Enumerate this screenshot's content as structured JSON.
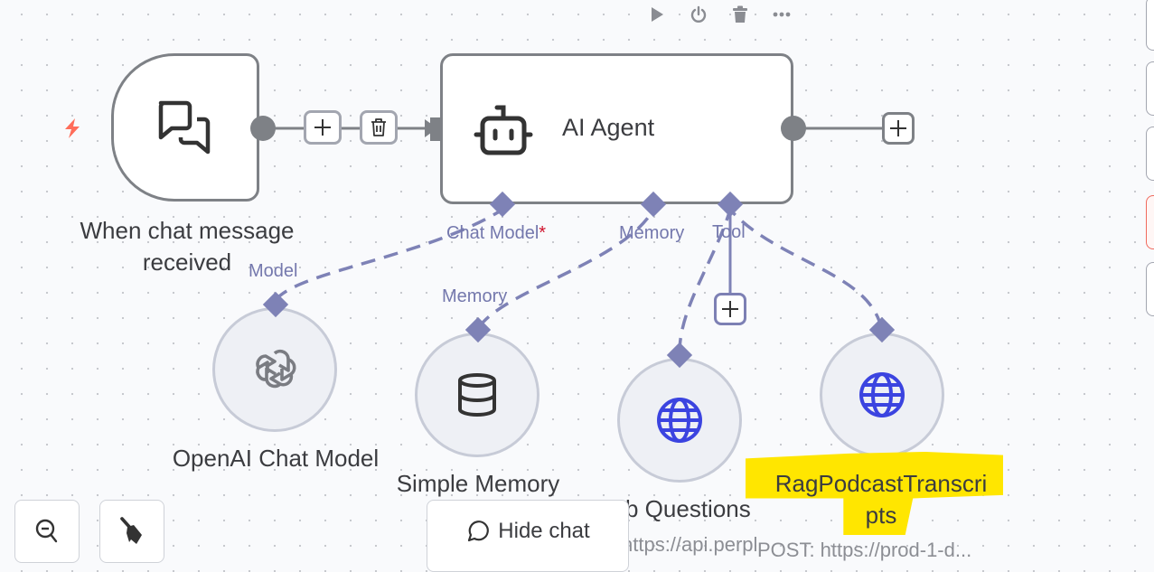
{
  "node_toolbar": {
    "items": [
      {
        "name": "execute",
        "icon": "play-icon"
      },
      {
        "name": "deactivate",
        "icon": "power-icon"
      },
      {
        "name": "delete",
        "icon": "trash-icon"
      },
      {
        "name": "more",
        "icon": "ellipsis-icon"
      }
    ]
  },
  "trigger": {
    "label_line1": "When chat message",
    "label_line2": "received",
    "icon": "chat-bubbles-icon",
    "badge_icon": "lightning-icon",
    "badge_color": "#ff6d5a"
  },
  "connector": {
    "add_label": "+",
    "delete_icon": "trash-icon"
  },
  "agent": {
    "title": "AI Agent",
    "icon": "robot-icon",
    "ports": [
      {
        "label": "Chat Model",
        "required": "*"
      },
      {
        "label": "Memory",
        "required": ""
      },
      {
        "label": "Tool",
        "required": ""
      }
    ],
    "add_label": "+"
  },
  "sub_nodes": [
    {
      "title": "OpenAI Chat Model",
      "port_label": "Model",
      "icon": "openai-icon",
      "subtitle": ""
    },
    {
      "title": "Simple Memory",
      "port_label": "Memory",
      "icon": "database-icon",
      "subtitle": ""
    },
    {
      "title": "b Questions",
      "port_label": "",
      "icon": "globe-icon",
      "subtitle": "https://api.perpl"
    },
    {
      "title_line1": "RagPodcastTranscri",
      "title_line2": "pts",
      "port_label": "",
      "icon": "globe-icon",
      "subtitle": "POST: https://prod-1-d..."
    }
  ],
  "tool_add_label": "+",
  "bottom": {
    "zoom_out_icon": "zoom-out-icon",
    "clear_icon": "broom-icon",
    "hide_chat_label": "Hide chat",
    "hide_chat_icon": "chat-icon"
  },
  "colors": {
    "edge": "#7e8186",
    "ai_edge": "#7e82b6",
    "highlight": "#ffe600",
    "globe": "#3b44e0"
  }
}
